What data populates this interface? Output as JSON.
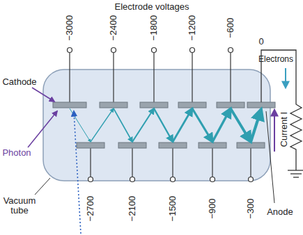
{
  "diagram": {
    "title": "Electrode voltages",
    "labels": [
      "−3000",
      "−2400",
      "−1800",
      "−1200",
      "−600",
      "0",
      "Electrons",
      "Cathode",
      "Photon",
      "Current I",
      "−2700",
      "−2100",
      "−1500",
      "−900",
      "−300",
      "Vacuum tube",
      "Anode"
    ]
  }
}
